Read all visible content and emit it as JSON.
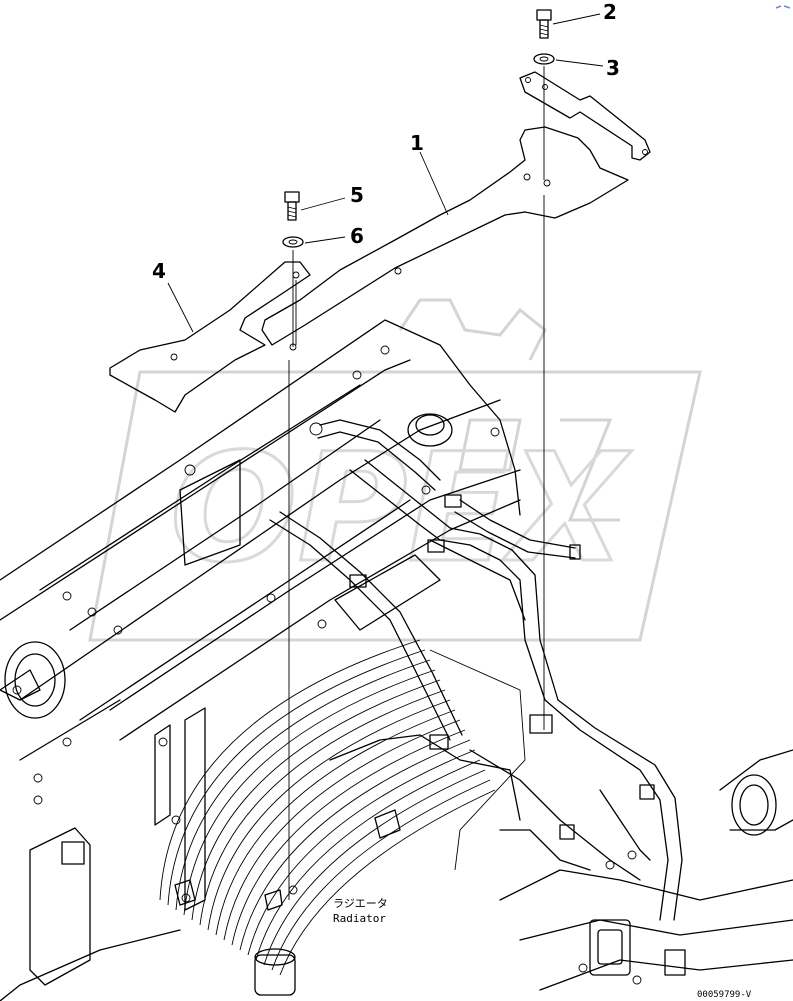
{
  "callouts": {
    "c1": "1",
    "c2": "2",
    "c3": "3",
    "c4": "4",
    "c5": "5",
    "c6": "6"
  },
  "labels": {
    "radiator_jp": "ラジエータ",
    "radiator_en": "Radiator",
    "drawing_code": "00059799-V"
  },
  "watermark": {
    "text": "OPEX",
    "color": "#d4d4d4"
  },
  "colors": {
    "line": "#000000",
    "background": "#ffffff"
  }
}
